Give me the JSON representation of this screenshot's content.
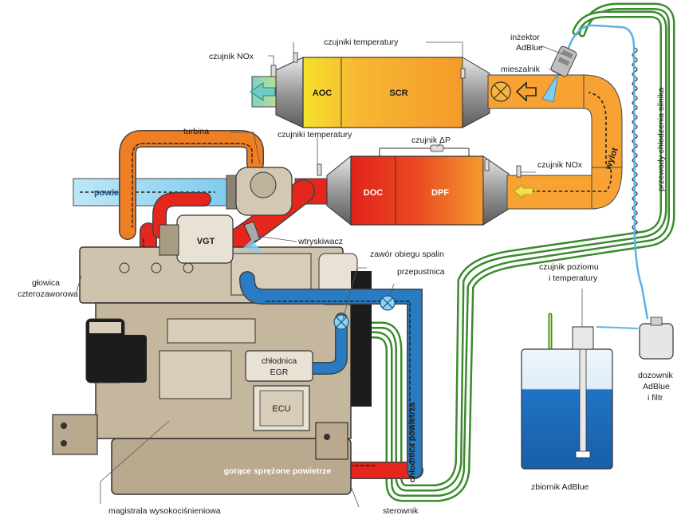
{
  "labels": {
    "czujnik_nox_top": "czujnik NOx",
    "czujniki_temp_top": "czujniki temperatury",
    "aoc": "AOC",
    "scr": "SCR",
    "injector_line1": "inżektor",
    "injector_line2": "AdBlue",
    "mieszalnik": "mieszalnik",
    "turbina": "turbina",
    "czujniki_temp_mid": "czujniki temperatury",
    "czujnik_dp": "czujnik ΔP",
    "czujnik_nox_right": "czujnik NOx",
    "powietrze": "powietrze",
    "doc": "DOC",
    "dpf": "DPF",
    "wylot": "wylot",
    "przewody": "przewody chłodzenia silnika",
    "vgt": "VGT",
    "wtryskiwacz": "wtryskiwacz",
    "zawor": "zawór obiegu spalin",
    "przepustnica": "przepustnica",
    "glowica_line1": "głowica",
    "glowica_line2": "czterozaworowa",
    "czujnik_poziomu_line1": "czujnik poziomu",
    "czujnik_poziomu_line2": "i temperatury",
    "chlodnica_egr_line1": "chłodnica",
    "chlodnica_egr_line2": "EGR",
    "ecu": "ECU",
    "chlodnica_powietrza": "chłodnica powietrza",
    "dozownik_line1": "dozownik",
    "dozownik_line2": "AdBlue",
    "dozownik_line3": "i filtr",
    "gorace": "gorące sprężone powietrze",
    "zbiornik": "zbiornik AdBlue",
    "magistrala": "magistrala wysokociśnieniowa",
    "sterownik": "sterownik"
  },
  "colors": {
    "exhaust_hot": "#e4261c",
    "exhaust_warm": "#f07e23",
    "exhaust_cool": "#f9b233",
    "intake_blue": "#2a7cc2",
    "intake_light": "#8fd3f0",
    "coolant_green": "#3b8a2e",
    "adblue_tank": "#1f73c4",
    "engine_beige": "#cfc3ad"
  }
}
